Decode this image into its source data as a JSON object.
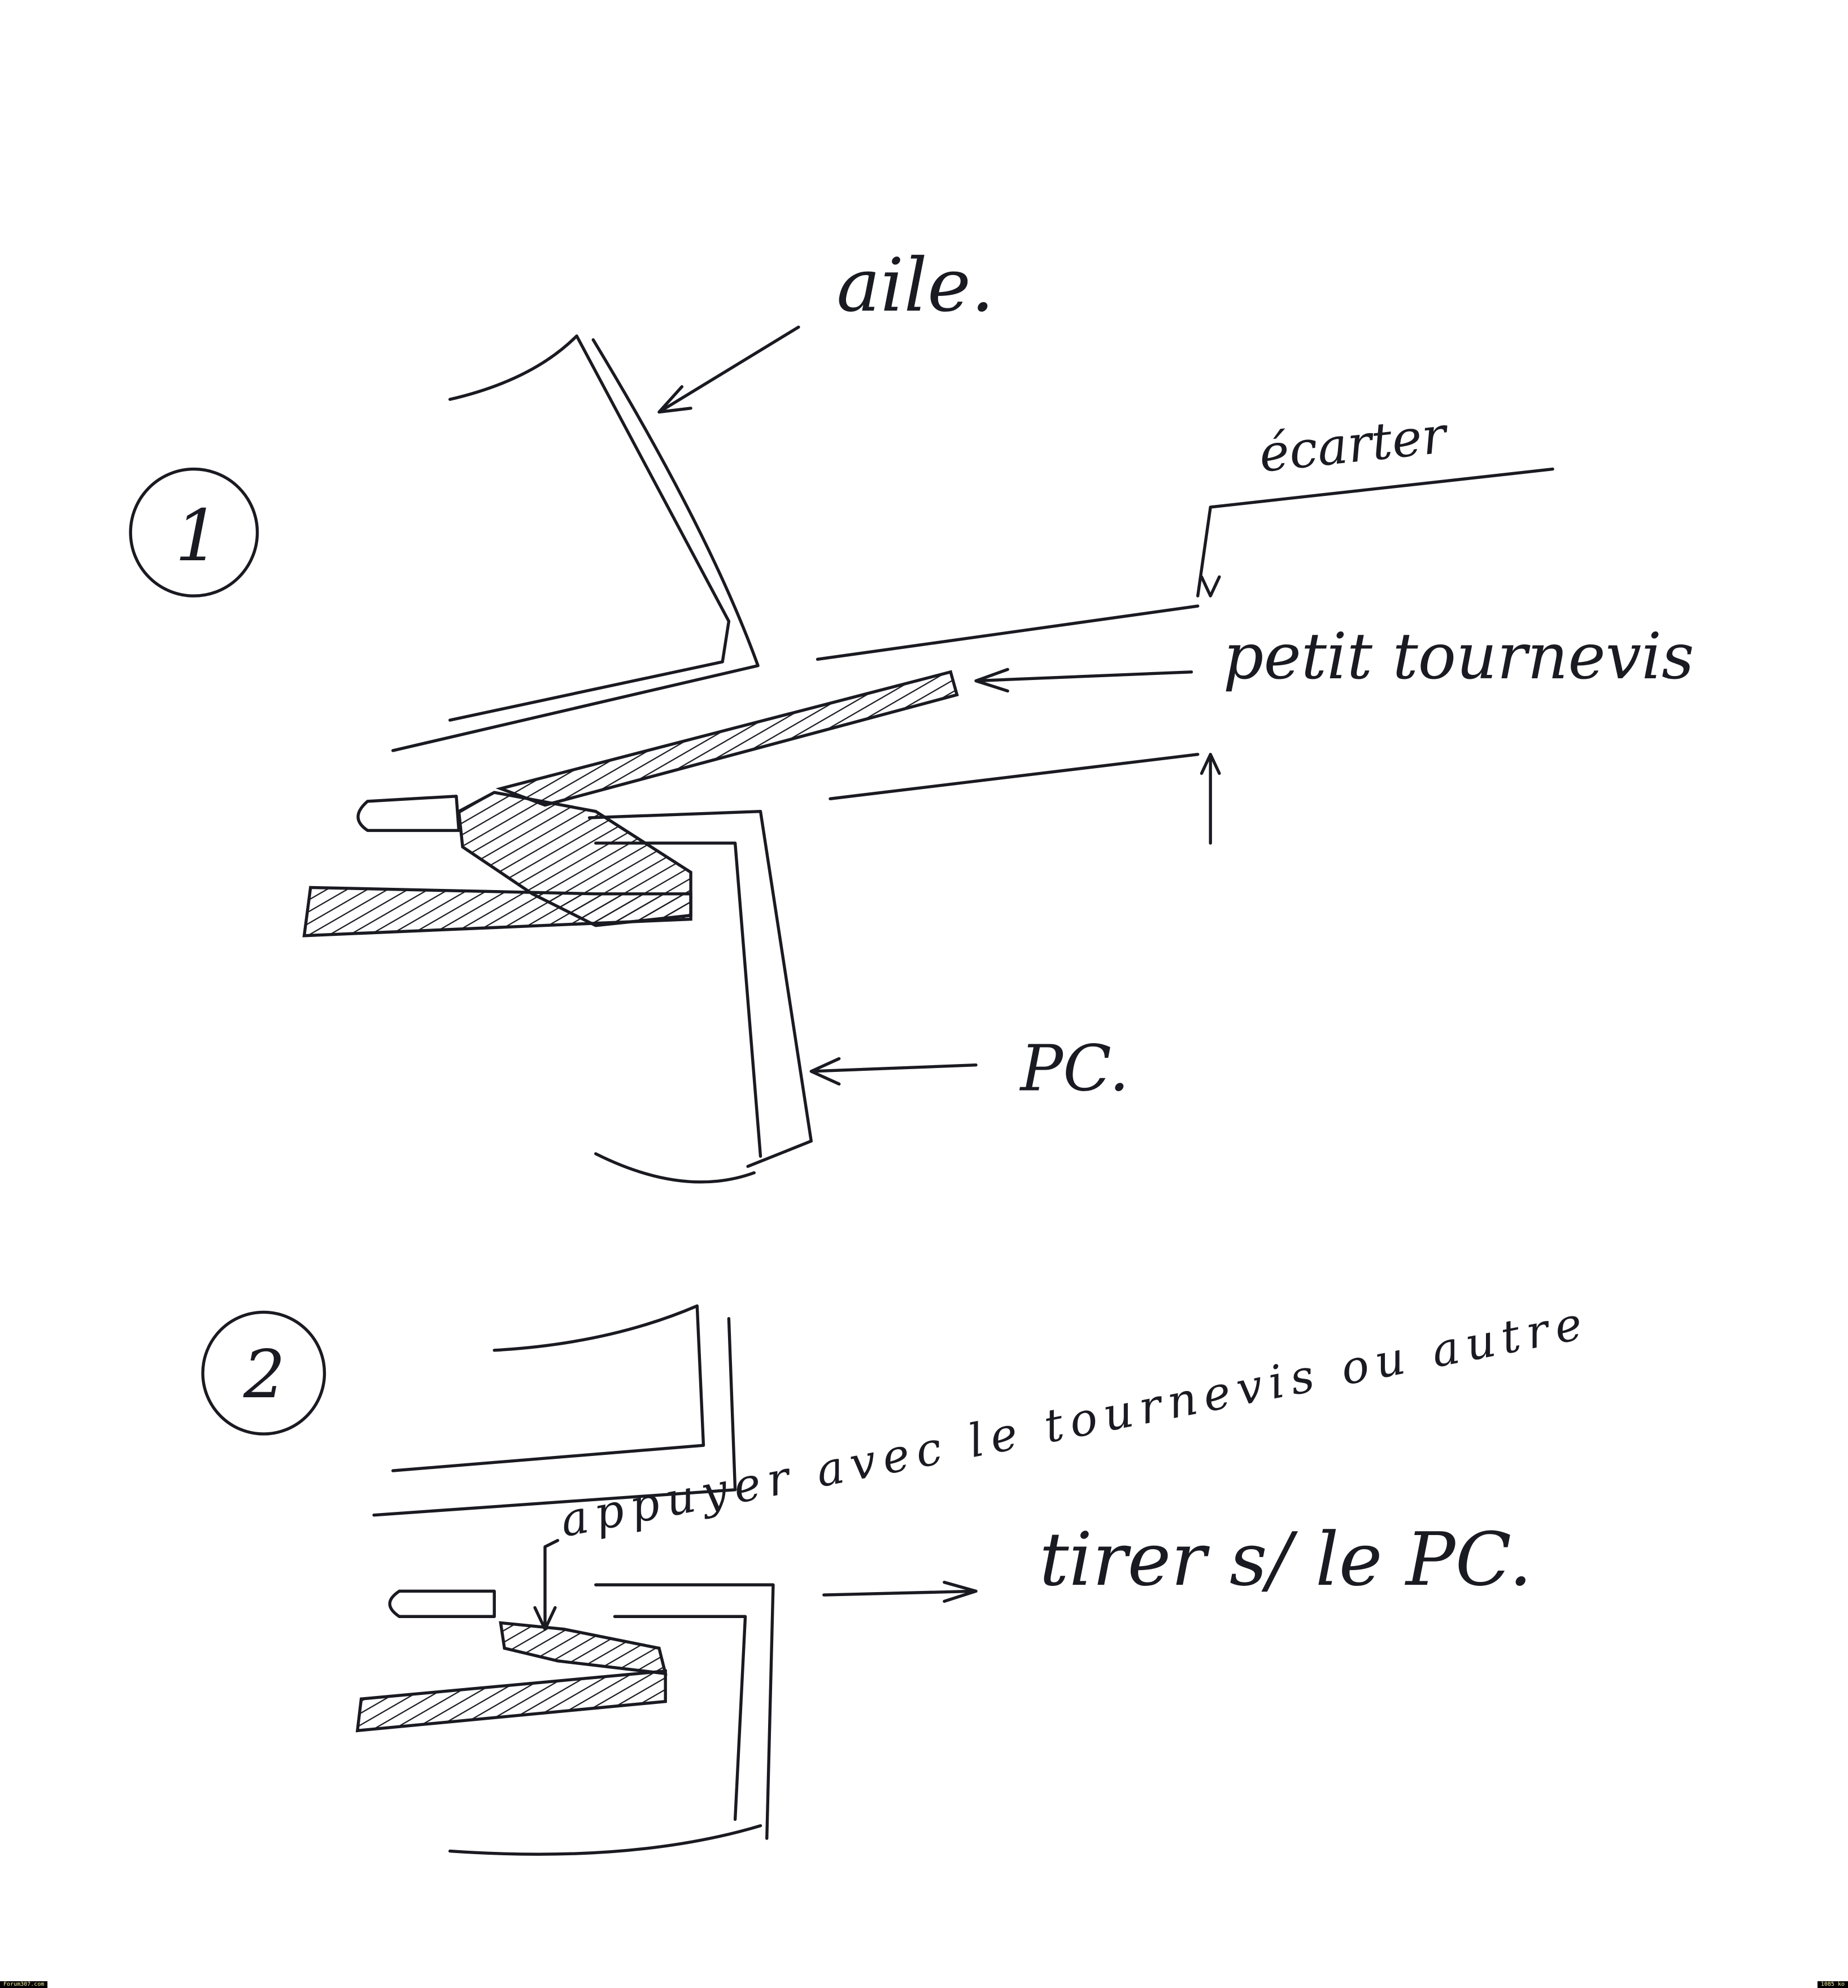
{
  "diagram": {
    "step1": {
      "number": "1",
      "label_wing": "aile.",
      "label_spread": "écarter",
      "label_screwdriver": "petit tournevis",
      "label_pc": "PC."
    },
    "step2": {
      "number": "2",
      "label_press": "appuyer avec le tournevis ou autre",
      "label_pull": "tirer s/ le PC."
    }
  },
  "footer": {
    "site": "Forum307.com",
    "file_size": "1085 ko"
  }
}
